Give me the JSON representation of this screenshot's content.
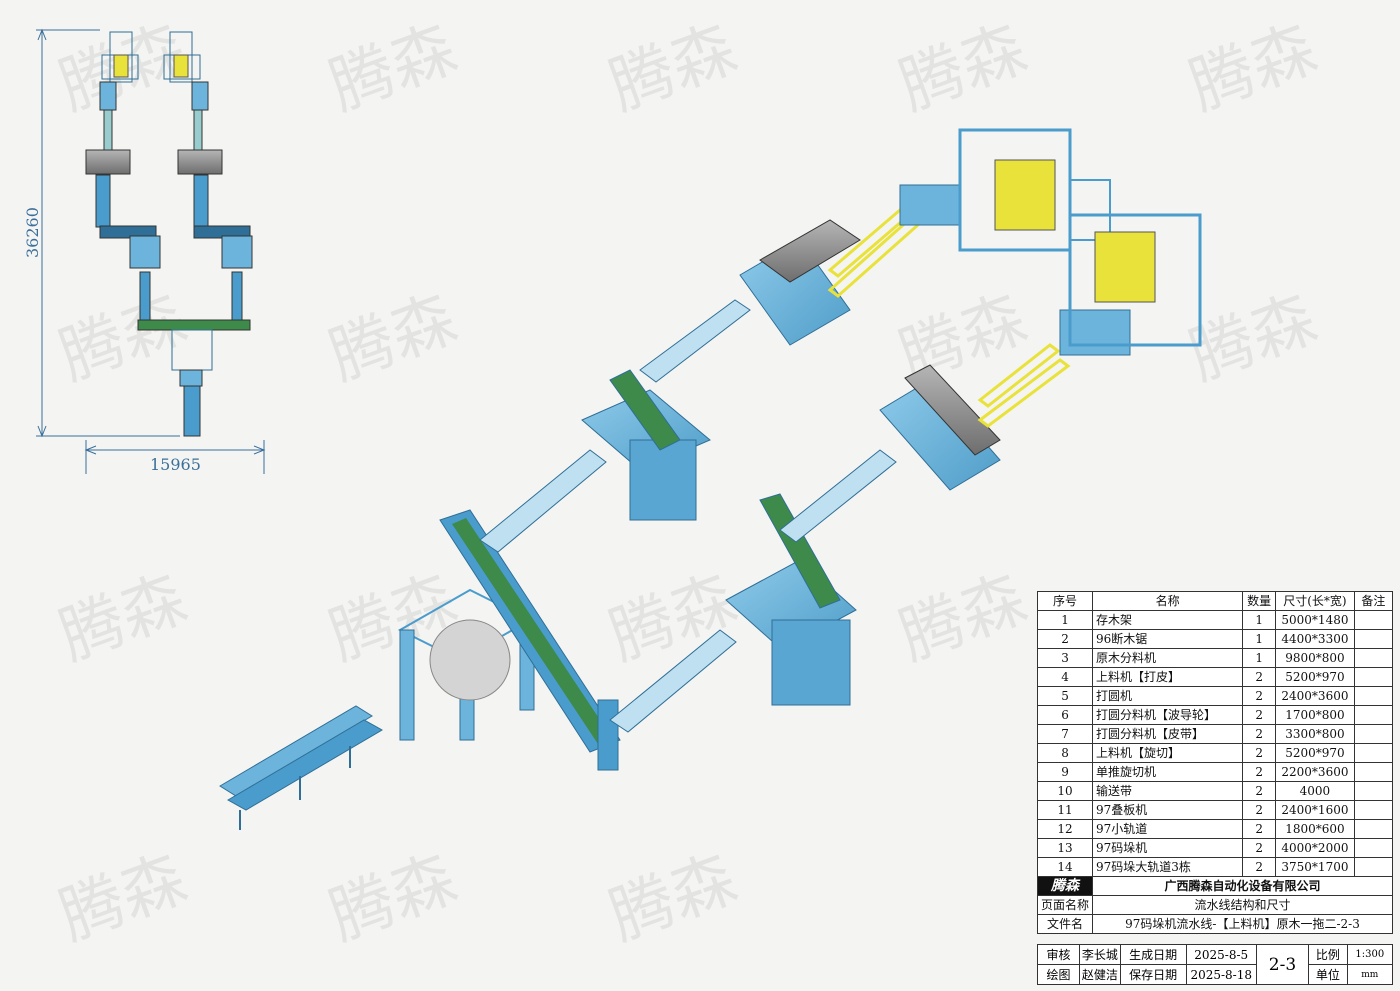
{
  "watermark": "腾森",
  "dimensions": {
    "height": "36260",
    "width": "15965"
  },
  "parts_table": {
    "headers": [
      "序号",
      "名称",
      "数量",
      "尺寸(长*宽)",
      "备注"
    ],
    "rows": [
      [
        "1",
        "存木架",
        "1",
        "5000*1480",
        ""
      ],
      [
        "2",
        "96断木锯",
        "1",
        "4400*3300",
        ""
      ],
      [
        "3",
        "原木分料机",
        "1",
        "9800*800",
        ""
      ],
      [
        "4",
        "上料机【打皮】",
        "2",
        "5200*970",
        ""
      ],
      [
        "5",
        "打圆机",
        "2",
        "2400*3600",
        ""
      ],
      [
        "6",
        "打圆分料机【波导轮】",
        "2",
        "1700*800",
        ""
      ],
      [
        "7",
        "打圆分料机【皮带】",
        "2",
        "3300*800",
        ""
      ],
      [
        "8",
        "上料机【旋切】",
        "2",
        "5200*970",
        ""
      ],
      [
        "9",
        "单推旋切机",
        "2",
        "2200*3600",
        ""
      ],
      [
        "10",
        "输送带",
        "2",
        "4000",
        ""
      ],
      [
        "11",
        "97叠板机",
        "2",
        "2400*1600",
        ""
      ],
      [
        "12",
        "97小轨道",
        "2",
        "1800*600",
        ""
      ],
      [
        "13",
        "97码垛机",
        "2",
        "4000*2000",
        ""
      ],
      [
        "14",
        "97码垛大轨道3栋",
        "2",
        "3750*1700",
        ""
      ]
    ]
  },
  "title_block": {
    "logo": "腾森",
    "company": "广西腾森自动化设备有限公司",
    "page_name_label": "页面名称",
    "page_name": "流水线结构和尺寸",
    "file_name_label": "文件名",
    "file_name": "97码垛机流水线-【上料机】原木一拖二-2-3",
    "reviewer_label": "审核",
    "reviewer": "李长城",
    "created_label": "生成日期",
    "created": "2025-8-5",
    "sheet": "2-3",
    "scale_label": "比例",
    "scale": "1:300",
    "drawer_label": "绘图",
    "drawer": "赵健洁",
    "saved_label": "保存日期",
    "saved": "2025-8-18",
    "unit_label": "单位",
    "unit": "mm"
  },
  "colors": {
    "machine_blue": "#6cb4dc",
    "frame_blue": "#4a9ccc",
    "dark_blue": "#2f6f97",
    "conveyor_green": "#3d8a4a",
    "track_yellow": "#e8e23a",
    "dim_line": "#3a6f9b"
  }
}
